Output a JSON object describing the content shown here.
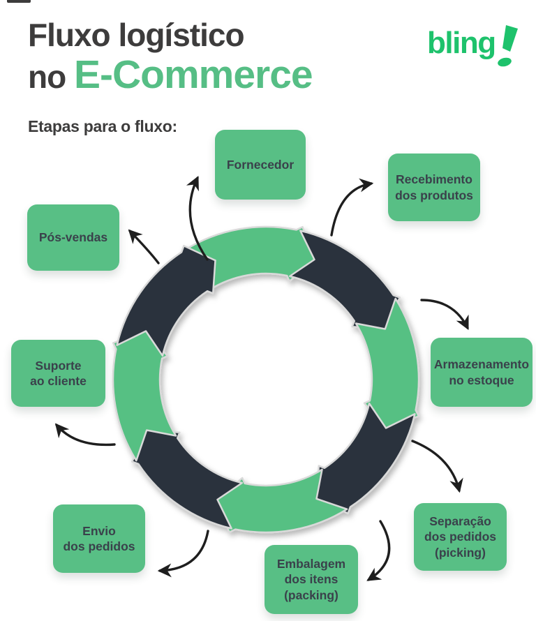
{
  "header": {
    "title_line1": "Fluxo logístico",
    "title_line2_prefix": "no ",
    "title_line2_highlight": "E-Commerce",
    "subtitle": "Etapas para o fluxo:",
    "logo_text": "bling",
    "logo_exclaim_icon": "exclamation-mark"
  },
  "colors": {
    "box_green": "#58bf85",
    "ring_green": "#57c083",
    "ring_dark": "#29333d",
    "segment_stroke": "#d9d9d9",
    "title_dark": "#3d3c3c",
    "title_highlight_green": "#56be85",
    "box_text": "#3a414b",
    "logo_green": "#1ec26c",
    "arrow_black": "#1e1e1e"
  },
  "diagram": {
    "type": "circular-flow",
    "direction": "clockwise",
    "steps": [
      {
        "id": "fornecedor",
        "label": "Fornecedor"
      },
      {
        "id": "recebimento",
        "label": "Recebimento\ndos produtos"
      },
      {
        "id": "armazenamento",
        "label": "Armazenamento\nno estoque"
      },
      {
        "id": "separacao",
        "label": "Separação\ndos pedidos\n(picking)"
      },
      {
        "id": "embalagem",
        "label": "Embalagem\ndos itens\n(packing)"
      },
      {
        "id": "envio",
        "label": "Envio\ndos pedidos"
      },
      {
        "id": "suporte",
        "label": "Suporte\nao cliente"
      },
      {
        "id": "posvendas",
        "label": "Pós-vendas"
      }
    ]
  }
}
